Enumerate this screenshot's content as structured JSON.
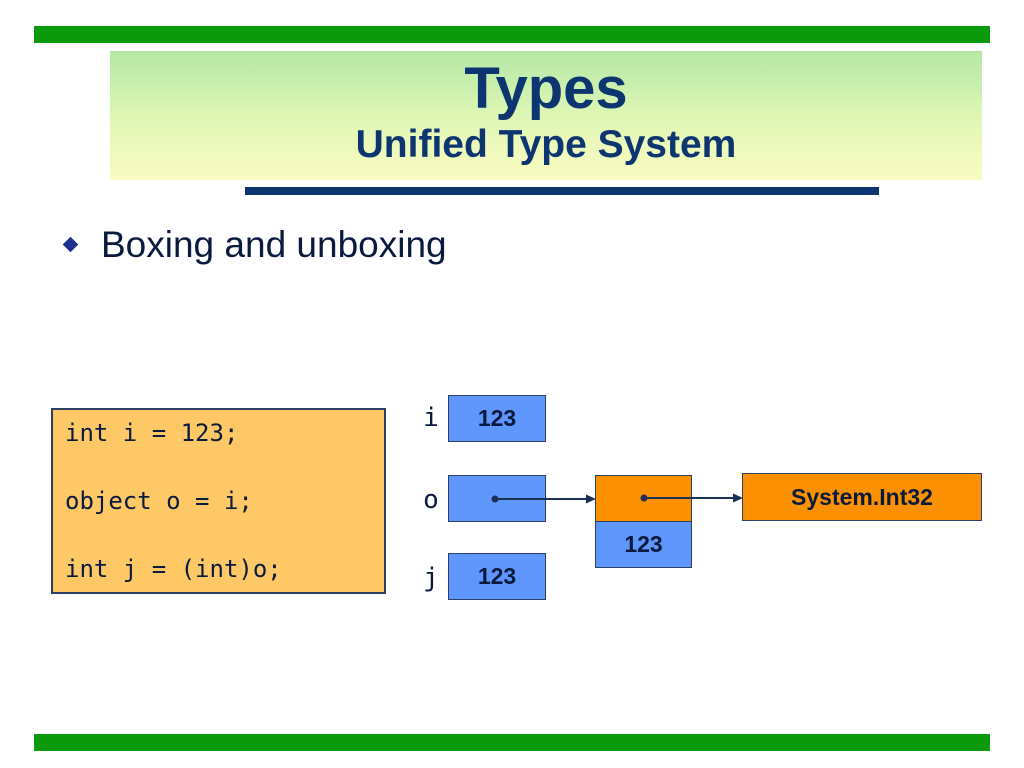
{
  "slide": {
    "title": "Types",
    "subtitle": "Unified Type System",
    "bullet": "Boxing and unboxing"
  },
  "code": {
    "lines": [
      "int i = 123;",
      "object o = i;",
      "int j = (int)o;"
    ]
  },
  "diagram": {
    "variables": [
      {
        "label": "i",
        "value": "123"
      },
      {
        "label": "o",
        "value": ""
      },
      {
        "label": "j",
        "value": "123"
      }
    ],
    "boxed_object": {
      "value": "123"
    },
    "type_info": {
      "label": "System.Int32"
    }
  },
  "colors": {
    "accent_bar": "#0b9a0b",
    "title_text": "#0d3570",
    "underline": "#0d3570",
    "bullet": "#1f2f8f",
    "code_bg": "#fdc865",
    "value_cell": "#5f96fc",
    "boxed_header": "#fb9100",
    "arrow": "#1b2f57",
    "text": "#0a1a3f"
  },
  "icons": {
    "bullet": "diamond-bullet-icon",
    "pointer": "arrow-right-icon"
  }
}
